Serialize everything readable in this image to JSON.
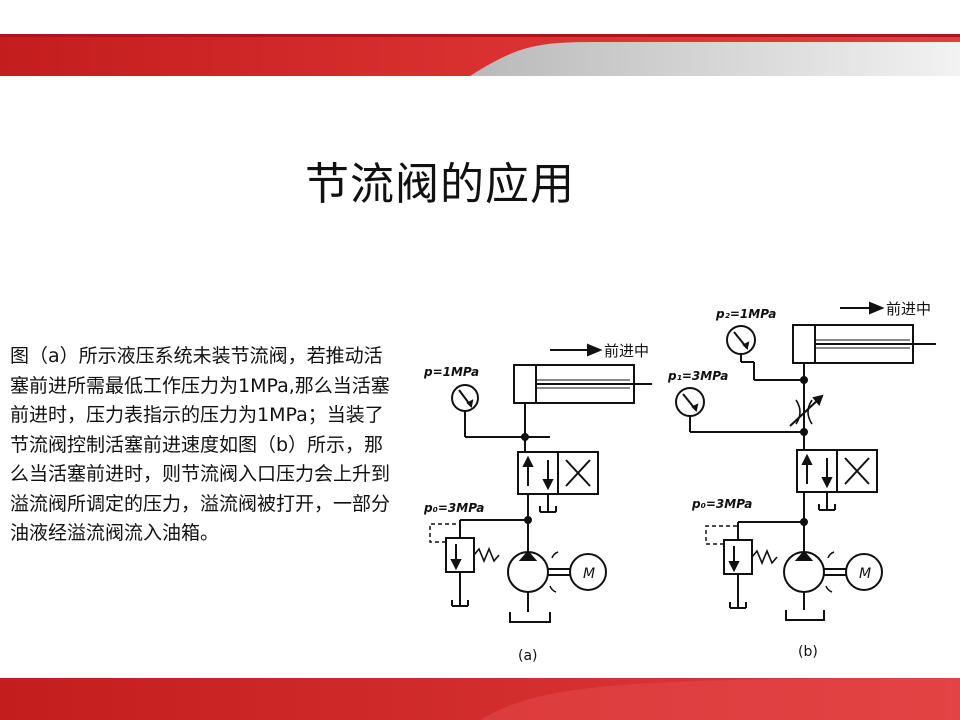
{
  "slide": {
    "title": "节流阀的应用",
    "body": "图（a）所示液压系统未装节流阀，若推动活塞前进所需最低工作压力为1MPa,那么当活塞前进时，压力表指示的压力为1MPa；当装了节流阀控制活塞前进速度如图（b）所示，那么当活塞前进时，则节流阀入口压力会上升到溢流阀所调定的压力，溢流阀被打开，一部分油液经溢流阀流入油箱。"
  },
  "diagram_a": {
    "direction_label": "前进中",
    "gauge_label": "p=1MPa",
    "relief_label": "p₀=3MPa",
    "motor_label": "M",
    "caption": "(a)"
  },
  "diagram_b": {
    "direction_label": "前进中",
    "gauge2_label": "p₂=1MPa",
    "gauge1_label": "p₁=3MPa",
    "relief_label": "p₀=3MPa",
    "motor_label": "M",
    "caption": "(b)"
  },
  "colors": {
    "brand_red": "#d42a2a",
    "band_gray": "#c8c8c8",
    "ink": "#111111"
  }
}
